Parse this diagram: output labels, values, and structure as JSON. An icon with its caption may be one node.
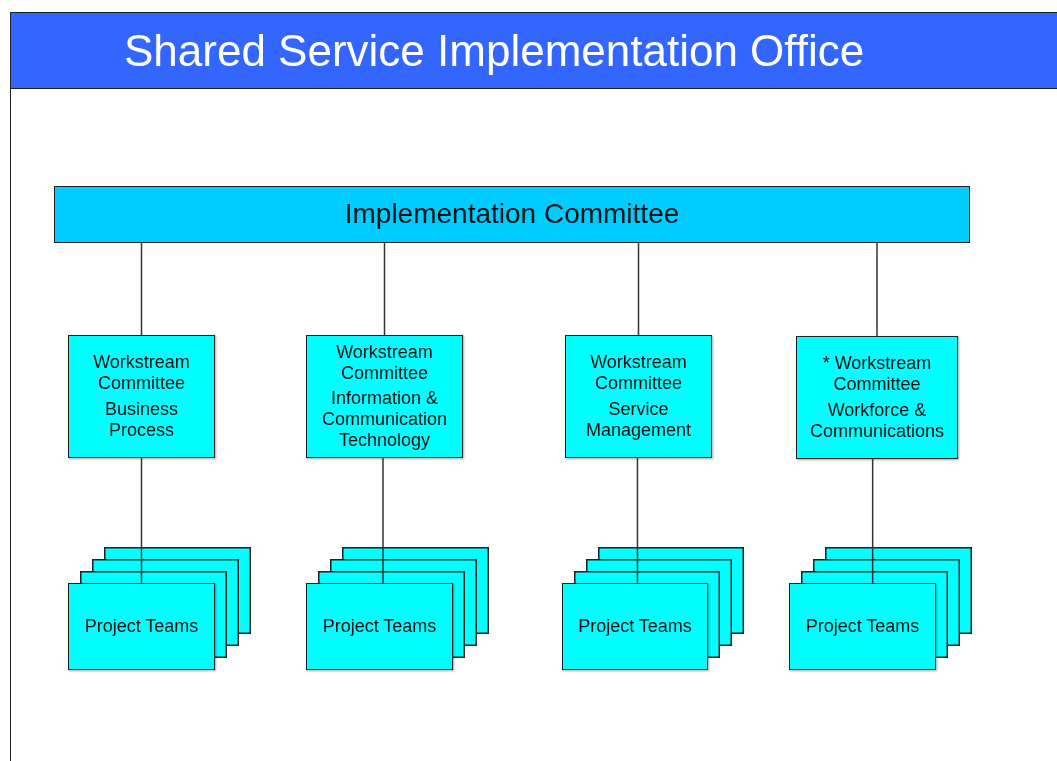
{
  "diagram": {
    "title": "Shared Service Implementation Office",
    "nodes": [
      {
        "text": [
          "Implementation Committee"
        ]
      },
      {
        "text": [
          "Workstream Committee",
          "Business Process"
        ]
      },
      {
        "text": [
          "Workstream Committee",
          "Information & Communication Technology"
        ]
      },
      {
        "text": [
          "Workstream Committee",
          "Service Management"
        ]
      },
      {
        "text": [
          "* Workstream Committee",
          "Workforce & Communications"
        ]
      },
      {
        "text": [
          "Project Teams"
        ]
      },
      {
        "text": [
          "Project Teams"
        ]
      },
      {
        "text": [
          "Project Teams"
        ]
      },
      {
        "text": [
          "Project Teams"
        ]
      }
    ],
    "edges": [
      {
        "from": 0,
        "to": 1,
        "arrow": "none"
      },
      {
        "from": 0,
        "to": 2,
        "arrow": "none"
      },
      {
        "from": 0,
        "to": 3,
        "arrow": "none"
      },
      {
        "from": 0,
        "to": 4,
        "arrow": "none"
      },
      {
        "from": 1,
        "to": 5,
        "arrow": "none"
      },
      {
        "from": 2,
        "to": 6,
        "arrow": "none"
      },
      {
        "from": 3,
        "to": 7,
        "arrow": "none"
      },
      {
        "from": 4,
        "to": 8,
        "arrow": "none"
      }
    ]
  }
}
